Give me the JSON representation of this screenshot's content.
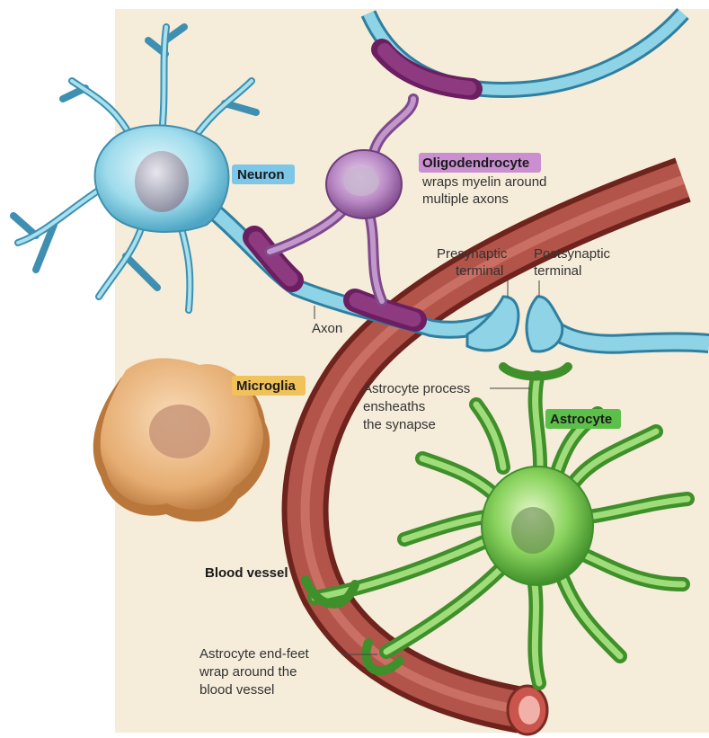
{
  "colors": {
    "background": "#f5ecd9",
    "neuron": "#8fd3e6",
    "neuron_tag": "#7cc6e8",
    "oligodendrocyte": "#b787c2",
    "oligodendrocyte_tag": "#c98fd1",
    "myelin": "#7a2b6e",
    "microglia": "#e0a96d",
    "microglia_tag": "#f2c25a",
    "astrocyte": "#79c75b",
    "astrocyte_tag": "#5cbf4a",
    "blood_vessel": "#9b3a2e"
  },
  "labels": {
    "neuron": "Neuron",
    "oligodendrocyte": "Oligodendrocyte",
    "oligodendrocyte_desc_1": "wraps myelin around",
    "oligodendrocyte_desc_2": "multiple axons",
    "presynaptic_1": "Presynaptic",
    "presynaptic_2": "terminal",
    "postsynaptic_1": "Postsynaptic",
    "postsynaptic_2": "terminal",
    "axon": "Axon",
    "microglia": "Microglia",
    "astrocyte_process_1": "Astrocyte process",
    "astrocyte_process_2": "ensheaths",
    "astrocyte_process_3": "the synapse",
    "astrocyte": "Astrocyte",
    "blood_vessel": "Blood vessel",
    "endfeet_1": "Astrocyte end-feet",
    "endfeet_2": "wrap around the",
    "endfeet_3": "blood vessel"
  }
}
